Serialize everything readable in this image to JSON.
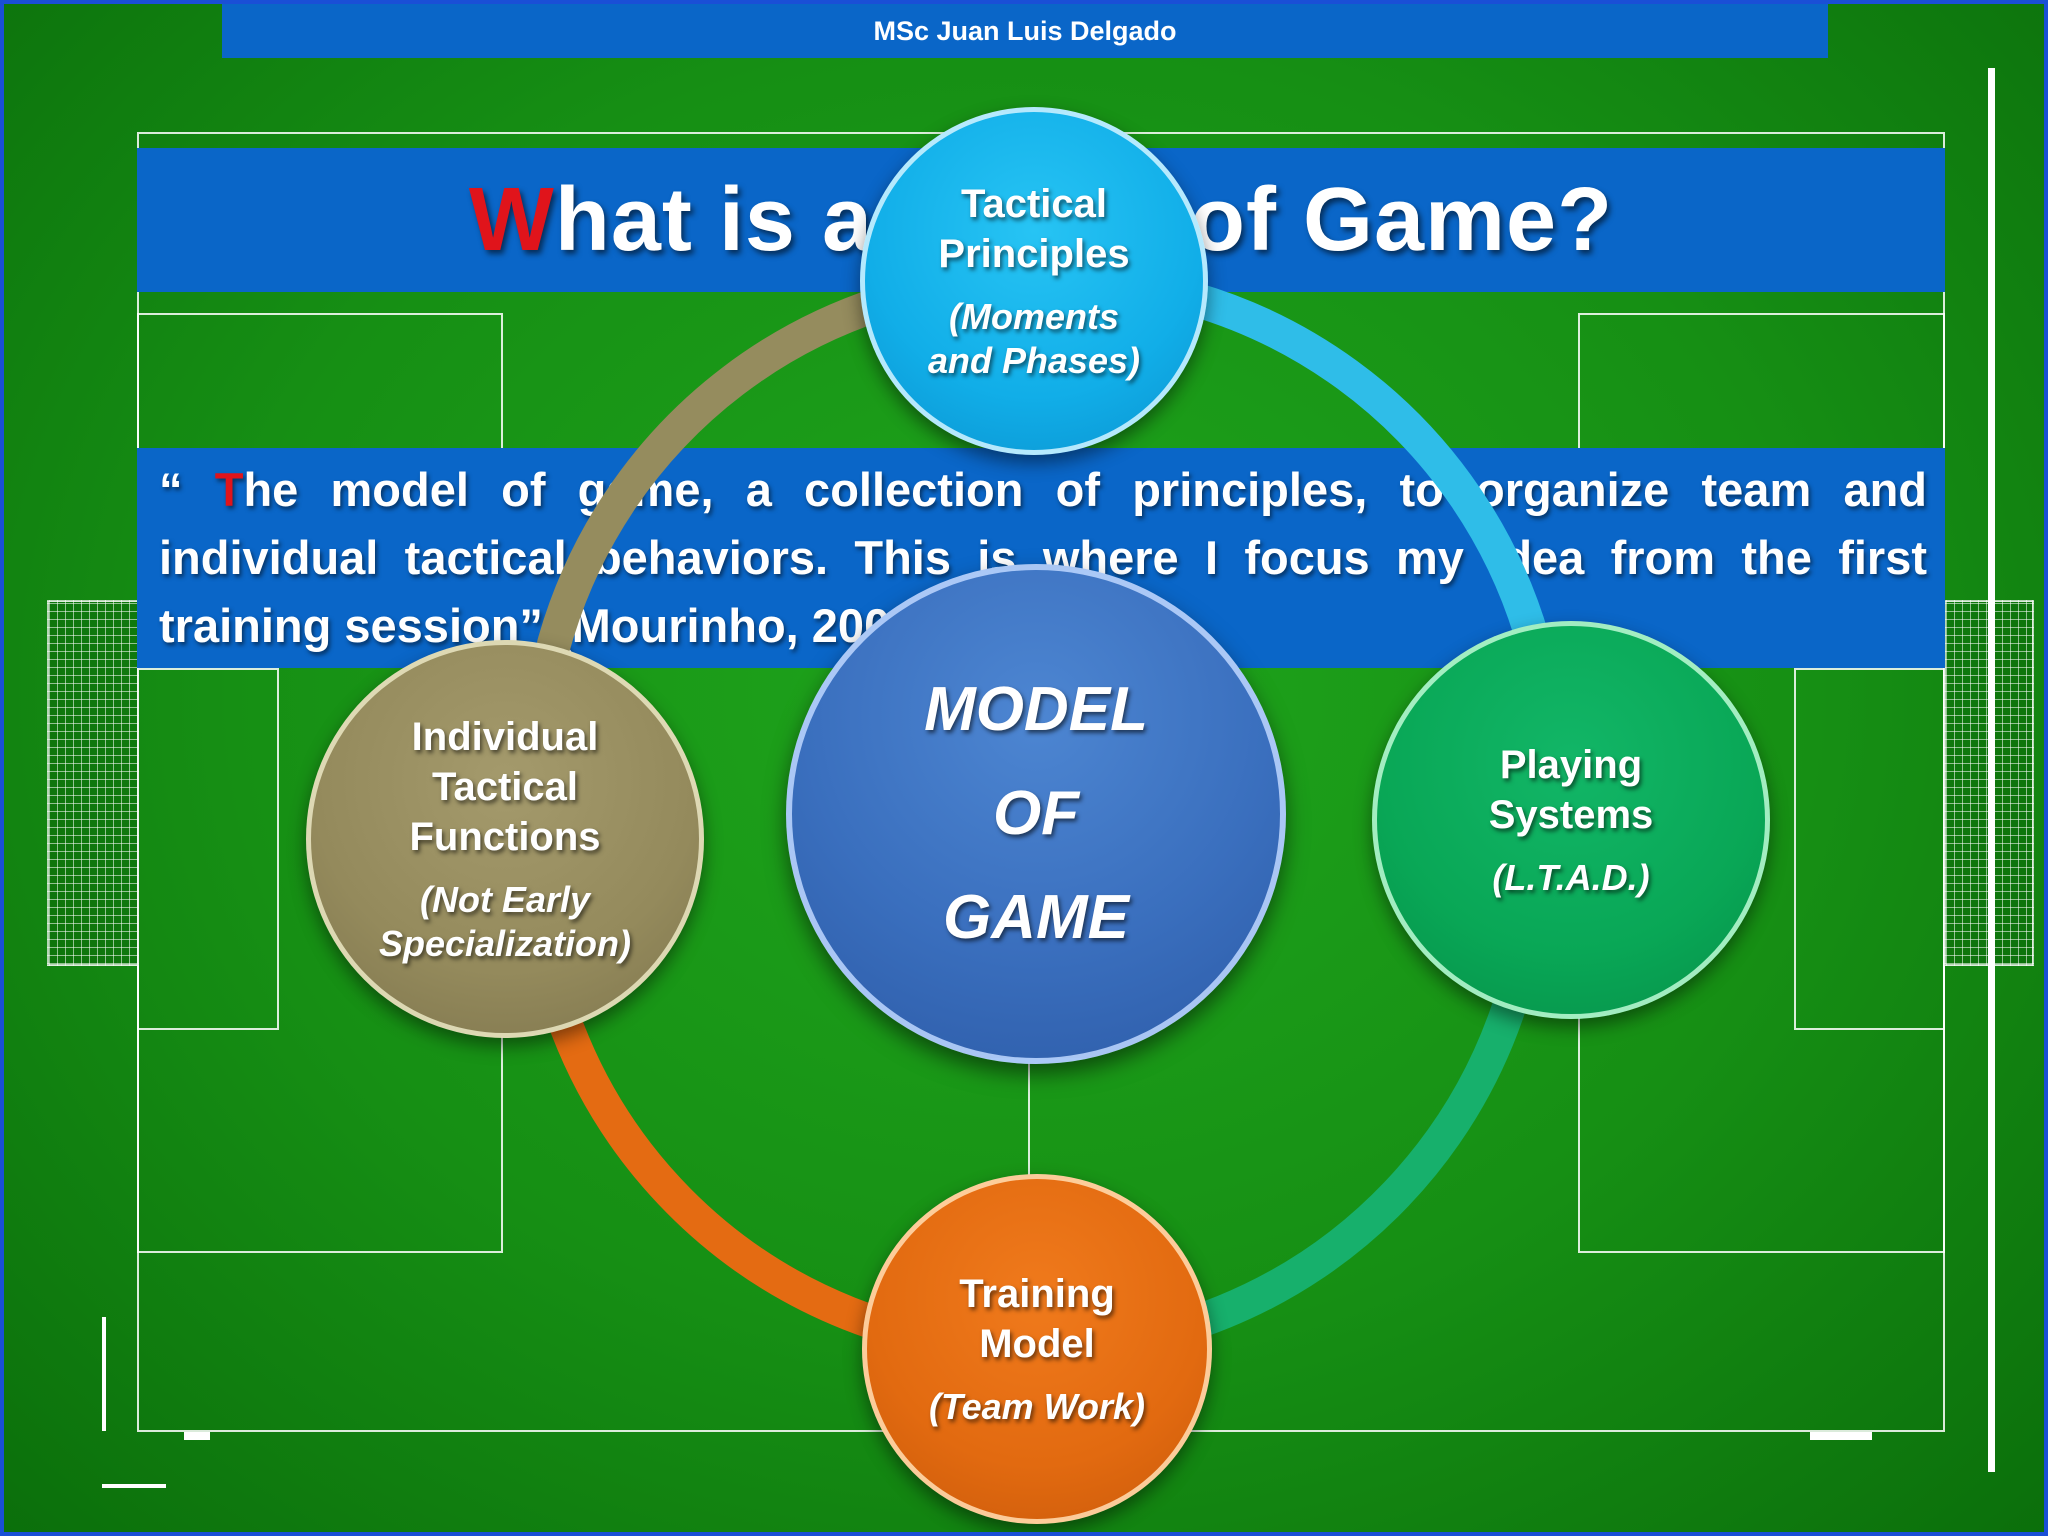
{
  "author": "MSc Juan Luis Delgado",
  "title": {
    "accent_letter": "W",
    "rest": "hat is a Model of Game?"
  },
  "quote": {
    "open": "“ ",
    "accent_letter": "T",
    "rest": "he model of game, a collection of principles, to organize team and individual tactical behaviors. This is where I focus my idea from the first training session” (Mourinho, 2005)."
  },
  "diagram": {
    "center": {
      "line1": "MODEL",
      "line2": "OF",
      "line3": "GAME",
      "color": "#3a6fbe"
    },
    "nodes": [
      {
        "id": "top",
        "line1": "Tactical",
        "line2": "Principles",
        "sub1": "(Moments",
        "sub2": "and Phases)",
        "color": "#11aee8"
      },
      {
        "id": "right",
        "line1": "Playing",
        "line2": "Systems",
        "sub1": "(L.T.A.D.)",
        "color": "#09a756"
      },
      {
        "id": "bottom",
        "line1": "Training",
        "line2": "Model",
        "sub1": "(Team Work)",
        "color": "#e26a10"
      },
      {
        "id": "left",
        "line1": "Individual",
        "line2": "Tactical",
        "line3": "Functions",
        "sub1": "(Not Early",
        "sub2": "Specialization)",
        "color": "#948a5c"
      }
    ],
    "ring_segments": [
      {
        "from": "top",
        "to": "right",
        "color": "#2fbde8"
      },
      {
        "from": "right",
        "to": "bottom",
        "color": "#17b06c"
      },
      {
        "from": "bottom",
        "to": "left",
        "color": "#e46b12"
      },
      {
        "from": "left",
        "to": "top",
        "color": "#958c5e"
      }
    ]
  }
}
